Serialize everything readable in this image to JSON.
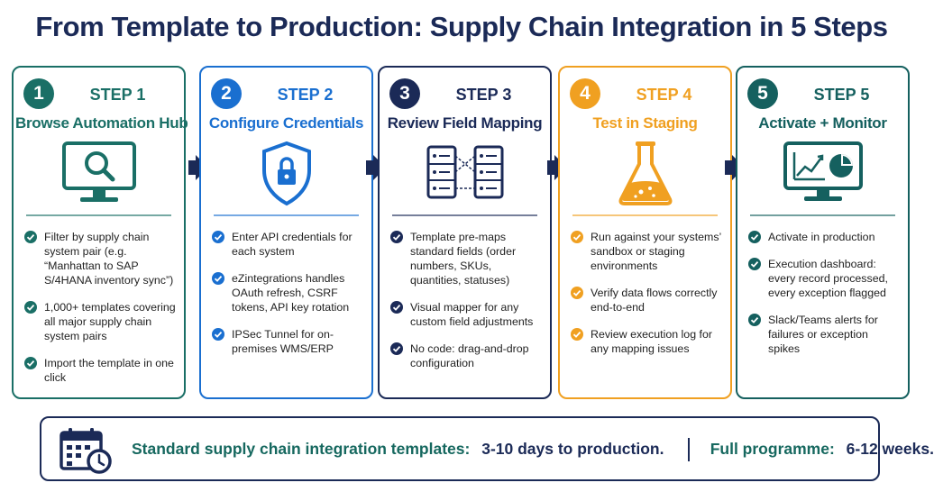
{
  "title": "From Template to Production: Supply Chain Integration in 5 Steps",
  "colors": {
    "teal": "#1a6f66",
    "blue": "#1a6fd0",
    "navy": "#1b2a57",
    "orange": "#f0a021",
    "teal2": "#15605f"
  },
  "steps": [
    {
      "number": "1",
      "label": "STEP 1",
      "title": "Browse Automation Hub",
      "icon": "monitor-search-icon",
      "bullets": [
        "Filter by supply chain system pair (e.g. “Manhattan to SAP S/4HANA inventory sync”)",
        "1,000+ templates covering all major supply chain system pairs",
        "Import the template in one click"
      ]
    },
    {
      "number": "2",
      "label": "STEP 2",
      "title": "Configure Credentials",
      "icon": "shield-lock-icon",
      "bullets": [
        "Enter API credentials for each system",
        "eZintegrations handles OAuth refresh, CSRF tokens, API key rotation",
        "IPSec Tunnel for on-premises WMS/ERP"
      ]
    },
    {
      "number": "3",
      "label": "STEP 3",
      "title": "Review Field Mapping",
      "icon": "field-mapping-icon",
      "bullets": [
        "Template pre-maps standard fields (order numbers, SKUs, quantities, statuses)",
        "Visual mapper for any custom field adjustments",
        "No code: drag-and-drop configuration"
      ]
    },
    {
      "number": "4",
      "label": "STEP 4",
      "title": "Test in Staging",
      "icon": "flask-icon",
      "bullets": [
        "Run against your systems’ sandbox or staging environments",
        "Verify data flows correctly end-to-end",
        "Review execution log for any mapping issues"
      ]
    },
    {
      "number": "5",
      "label": "STEP 5",
      "title": "Activate + Monitor",
      "icon": "dashboard-monitor-icon",
      "bullets": [
        "Activate in production",
        "Execution dashboard: every record processed, every exception flagged",
        "Slack/Teams alerts for failures or exception spikes"
      ]
    }
  ],
  "bottom": {
    "icon": "calendar-clock-icon",
    "label1": "Standard supply chain integration templates:",
    "value1": "3-10 days to production.",
    "label2": "Full programme:",
    "value2": "6-12 weeks."
  }
}
